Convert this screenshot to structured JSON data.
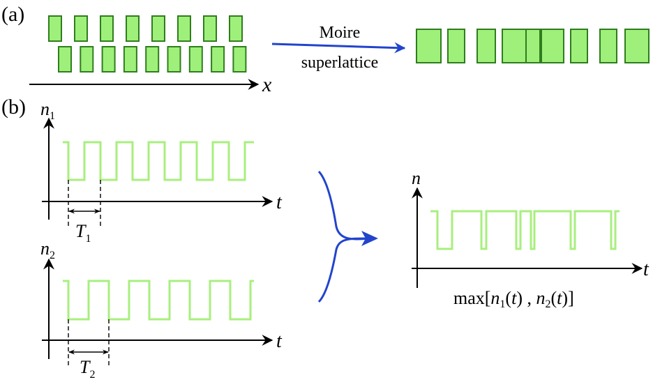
{
  "panel_a": {
    "label": "(a)",
    "axis_label": "x",
    "arrow_text_line1": "Moire",
    "arrow_text_line2": "superlattice"
  },
  "panel_b": {
    "label": "(b)",
    "plot1": {
      "ylabel": "n",
      "ylabel_sub": "1",
      "xlabel": "t",
      "period_label": "T",
      "period_sub": "1"
    },
    "plot2": {
      "ylabel": "n",
      "ylabel_sub": "2",
      "xlabel": "t",
      "period_label": "T",
      "period_sub": "2"
    },
    "plot3": {
      "ylabel": "n",
      "xlabel": "t"
    },
    "caption": {
      "pre": "max[",
      "n1": "n",
      "n1_sub": "1",
      "n1_arg": "(",
      "t1": "t",
      "mid": ") , ",
      "n2": "n",
      "n2_sub": "2",
      "n2_arg": "(",
      "t2": "t",
      "post": ")]"
    }
  },
  "colors": {
    "block_fill": "#9ef07a",
    "block_stroke": "#2f7d1e",
    "signal": "#a8ef7e",
    "arrow_blue": "#2244cc",
    "axis": "#000000"
  }
}
